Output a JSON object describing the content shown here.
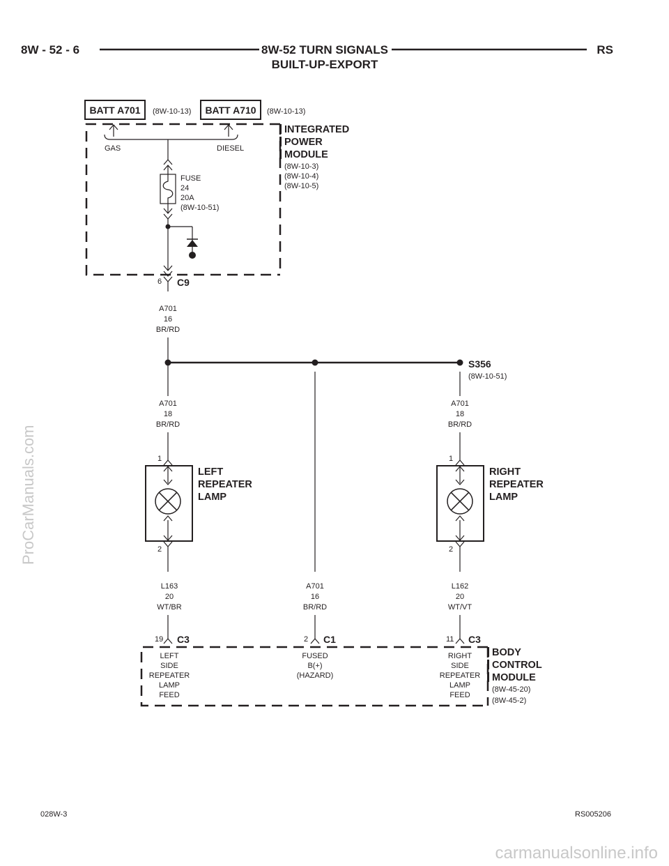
{
  "header": {
    "page_number": "8W - 52 - 6",
    "title_line1": "8W-52 TURN SIGNALS",
    "title_line2": "BUILT-UP-EXPORT",
    "code": "RS"
  },
  "sources": [
    {
      "name": "BATT A701",
      "ref": "(8W-10-13)"
    },
    {
      "name": "BATT A710",
      "ref": "(8W-10-13)"
    }
  ],
  "ipm": {
    "name_lines": [
      "INTEGRATED",
      "POWER",
      "MODULE"
    ],
    "refs": [
      "(8W-10-3)",
      "(8W-10-4)",
      "(8W-10-5)"
    ],
    "gas_label": "GAS",
    "diesel_label": "DIESEL",
    "fuse_lines": [
      "FUSE",
      "24",
      "20A",
      "(8W-10-51)"
    ]
  },
  "c9": {
    "pin": "6",
    "name": "C9"
  },
  "wire_main": [
    "A701",
    "16",
    "BR/RD"
  ],
  "splice": {
    "name": "S356",
    "ref": "(8W-10-51)"
  },
  "wire_left_upper": [
    "A701",
    "18",
    "BR/RD"
  ],
  "wire_right_upper": [
    "A701",
    "18",
    "BR/RD"
  ],
  "left_lamp": {
    "pin_top": "1",
    "pin_bottom": "2",
    "name_lines": [
      "LEFT",
      "REPEATER",
      "LAMP"
    ]
  },
  "right_lamp": {
    "pin_top": "1",
    "pin_bottom": "2",
    "name_lines": [
      "RIGHT",
      "REPEATER",
      "LAMP"
    ]
  },
  "wire_left_lower": [
    "L163",
    "20",
    "WT/BR"
  ],
  "wire_center_lower": [
    "A701",
    "16",
    "BR/RD"
  ],
  "wire_right_lower": [
    "L162",
    "20",
    "WT/VT"
  ],
  "bcm_connectors": [
    {
      "pin": "19",
      "name": "C3",
      "desc": [
        "LEFT",
        "SIDE",
        "REPEATER",
        "LAMP",
        "FEED"
      ]
    },
    {
      "pin": "2",
      "name": "C1",
      "desc": [
        "FUSED",
        "B(+)",
        "(HAZARD)"
      ]
    },
    {
      "pin": "11",
      "name": "C3",
      "desc": [
        "RIGHT",
        "SIDE",
        "REPEATER",
        "LAMP",
        "FEED"
      ]
    }
  ],
  "bcm": {
    "name_lines": [
      "BODY",
      "CONTROL",
      "MODULE"
    ],
    "refs": [
      "(8W-45-20)",
      "(8W-45-2)"
    ]
  },
  "footer": {
    "left": "028W-3",
    "right": "RS005206"
  },
  "watermarks": {
    "side": "ProCarManuals.com",
    "bottom": "carmanualsonline.info"
  }
}
